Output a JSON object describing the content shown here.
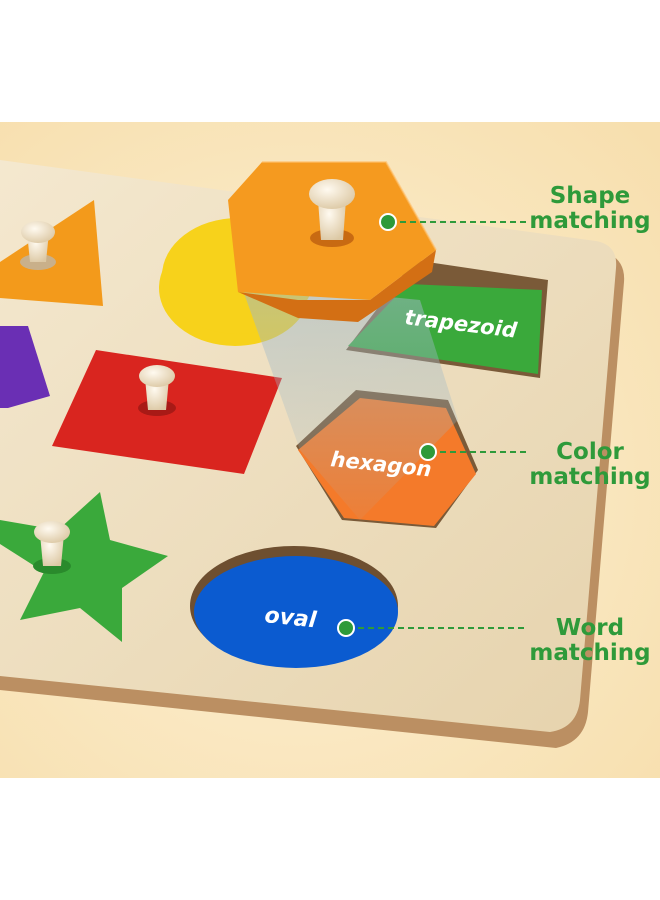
{
  "callouts": {
    "shape": {
      "line1": "Shape",
      "line2": "matching"
    },
    "color": {
      "line1": "Color",
      "line2": "matching"
    },
    "word": {
      "line1": "Word",
      "line2": "matching"
    }
  },
  "shape_words": {
    "trapezoid": "trapezoid",
    "hexagon": "hexagon",
    "oval": "oval"
  },
  "colors": {
    "background": "#fbe9c4",
    "board": "#eedfc0",
    "board_edge": "#bb8f62",
    "orange": "#f39a1b",
    "yellow": "#f7d21b",
    "purple": "#6a2fb4",
    "red": "#d9251f",
    "green": "#3aa93b",
    "blue": "#0b5bd0",
    "accent_green": "#2e9a3a"
  }
}
